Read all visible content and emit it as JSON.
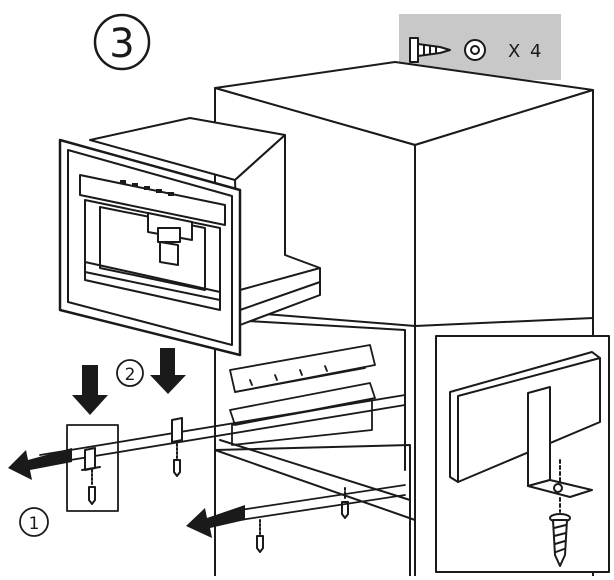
{
  "step": {
    "number": "3"
  },
  "parts_box": {
    "quantity": "X 4",
    "screw": "screw-icon",
    "washer": "washer-icon"
  },
  "callouts": {
    "first": "1",
    "second": "2"
  },
  "colors": {
    "line": "#1a1a1a",
    "parts_bg": "#c8c8c8",
    "arrow": "#1a1a1a"
  }
}
